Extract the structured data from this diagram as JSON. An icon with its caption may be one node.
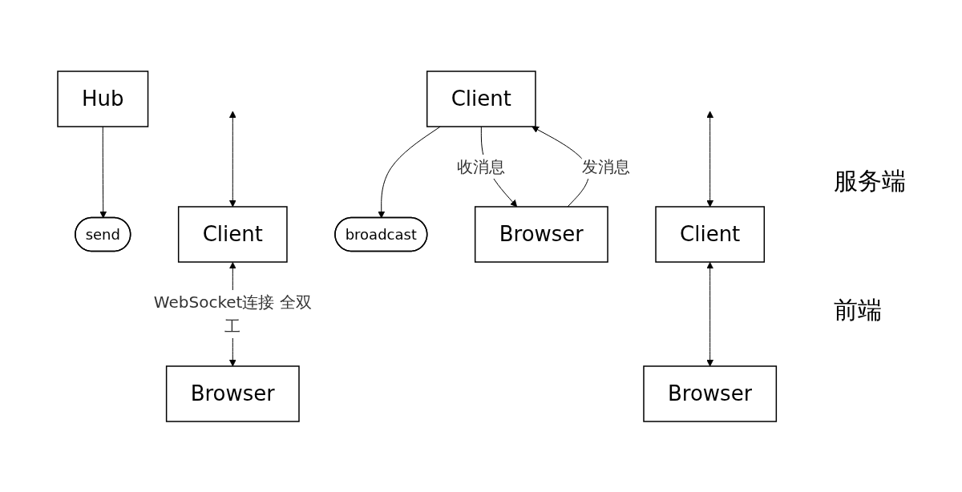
{
  "diagram": {
    "nodes": [
      {
        "text": [
          "Hub"
        ]
      },
      {
        "text": [
          "broadcast"
        ]
      },
      {
        "text": [
          "send"
        ]
      },
      {
        "text": [
          "Client"
        ]
      },
      {
        "text": [
          "Client"
        ]
      },
      {
        "text": [
          "Client"
        ]
      },
      {
        "text": [
          "Browser"
        ]
      },
      {
        "text": [
          "Browser"
        ]
      },
      {
        "text": [
          "Browser"
        ]
      }
    ],
    "edges": [
      {
        "from": 0,
        "to": 2,
        "arrow": "to"
      },
      {
        "from": 3,
        "to": 1,
        "arrow": "to"
      },
      {
        "from": null,
        "to": 4,
        "arrow": "both"
      },
      {
        "from": null,
        "to": 5,
        "arrow": "both"
      },
      {
        "from": 3,
        "to": 6,
        "arrow": "to",
        "label": "收消息"
      },
      {
        "from": 6,
        "to": 3,
        "arrow": "to",
        "label": "发消息"
      },
      {
        "from": 4,
        "to": 7,
        "arrow": "both",
        "label": "WebSocket连接 全双工"
      },
      {
        "from": 5,
        "to": 8,
        "arrow": "both"
      }
    ],
    "labels": [
      "服务端",
      "前端"
    ]
  }
}
